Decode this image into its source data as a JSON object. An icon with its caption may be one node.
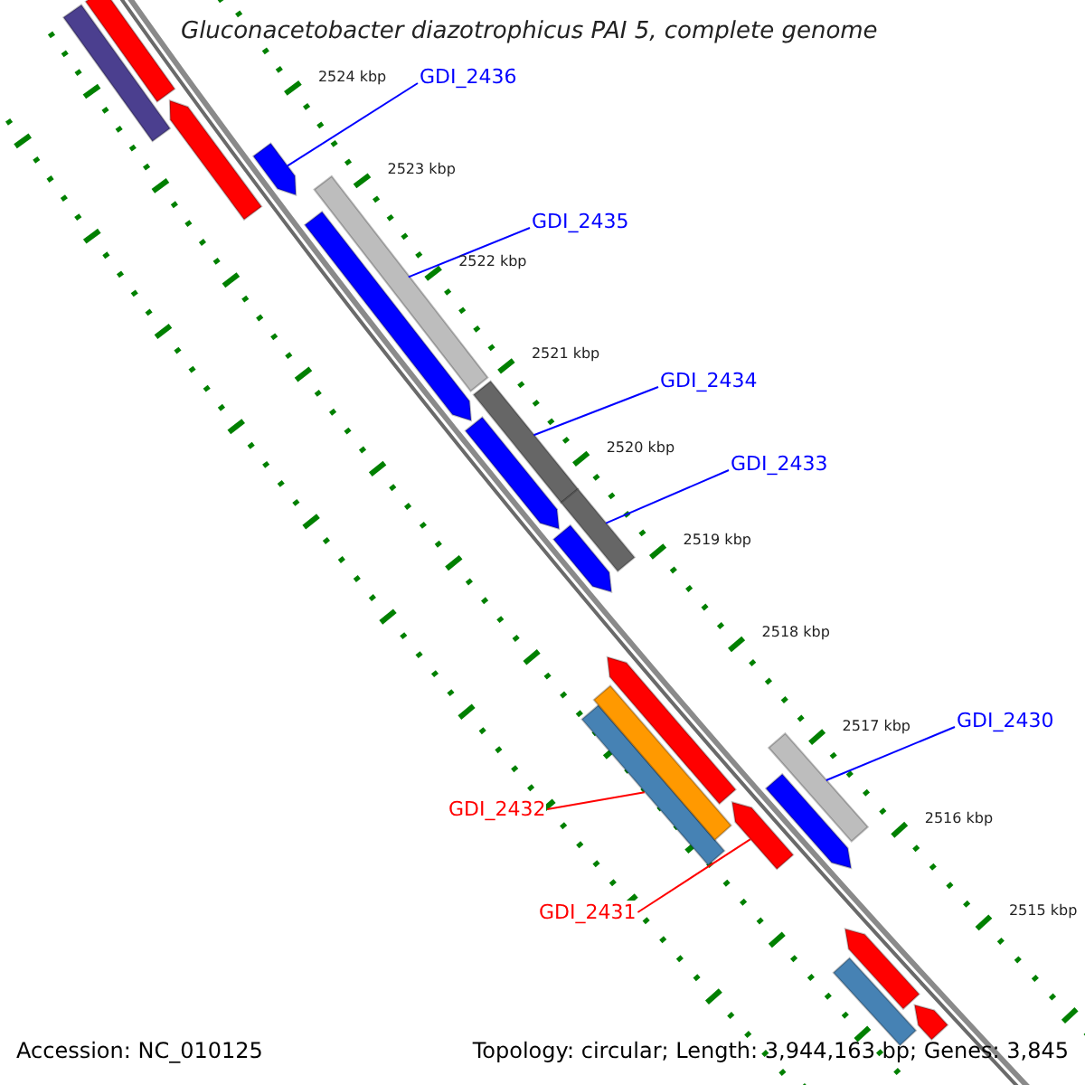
{
  "diagram": {
    "title": "Gluconacetobacter diazotrophicus PAI 5, complete genome",
    "nodes": [
      {
        "text": [
          "GDI_2436"
        ]
      },
      {
        "text": [],
        "shape": "bar"
      },
      {
        "text": [
          "GDI_2435"
        ]
      },
      {
        "text": [],
        "shape": "bar"
      },
      {
        "text": [
          "GDI_2434"
        ]
      },
      {
        "text": [],
        "shape": "bar"
      },
      {
        "text": [
          "GDI_2433"
        ]
      },
      {
        "text": [],
        "shape": "bar"
      },
      {
        "text": [
          "GDI_2430"
        ]
      },
      {
        "text": [],
        "shape": "bar"
      },
      {
        "text": [
          "GDI_2432"
        ]
      },
      {
        "text": [],
        "shape": "bar"
      },
      {
        "text": [
          "GDI_2431"
        ]
      },
      {
        "text": [],
        "shape": "bar"
      },
      {
        "text": [],
        "shape": "bar"
      },
      {
        "text": [],
        "shape": "bar"
      },
      {
        "text": [],
        "shape": "bar"
      },
      {
        "text": [],
        "shape": "bar"
      },
      {
        "text": [],
        "shape": "bar"
      },
      {
        "text": [],
        "shape": "bar"
      },
      {
        "text": [],
        "shape": "bar"
      },
      {
        "text": [],
        "shape": "bar"
      },
      {
        "text": [],
        "shape": "bar"
      },
      {
        "text": [],
        "shape": "bar"
      },
      {
        "text": [],
        "shape": "bar"
      },
      {
        "text": [],
        "shape": "bar"
      }
    ],
    "edges": [
      {
        "from": 0,
        "to": 1,
        "arrow": "none"
      },
      {
        "from": 2,
        "to": 3,
        "arrow": "none"
      },
      {
        "from": 4,
        "to": 5,
        "arrow": "none"
      },
      {
        "from": 6,
        "to": 7,
        "arrow": "none"
      },
      {
        "from": 8,
        "to": 9,
        "arrow": "none"
      },
      {
        "from": 10,
        "to": 11,
        "arrow": "none",
        "color": "#ff0000"
      },
      {
        "from": 12,
        "to": 13,
        "arrow": "none",
        "color": "#ff0000"
      }
    ],
    "labels": [
      "2524 kbp",
      "2523 kbp",
      "2522 kbp",
      "2521 kbp",
      "2520 kbp",
      "2519 kbp",
      "2518 kbp",
      "2517 kbp",
      "2516 kbp",
      "2515 kbp",
      "Accession: NC_010125",
      "Topology: circular; Length: 3,944,163 bp; Genes: 3,845"
    ]
  }
}
